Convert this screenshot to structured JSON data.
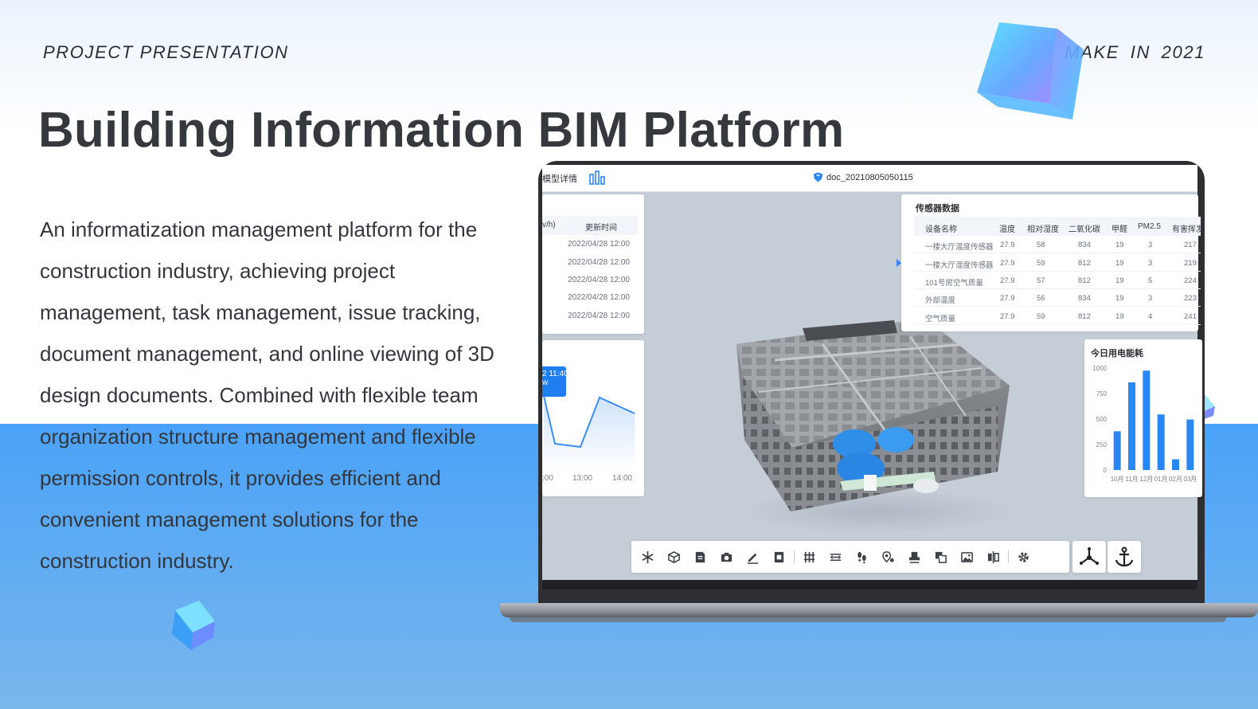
{
  "slide": {
    "eyebrow": "PROJECT PRESENTATION",
    "make": "MAKE  IN  2021",
    "title": "Building Information BIM Platform",
    "description": "An informatization management platform for the construction industry, achieving project management, task management, issue tracking, document management, and online viewing of 3D design documents. Combined with flexible team organization structure management and flexible permission controls, it provides efficient and convenient management solutions for the construction industry."
  },
  "app": {
    "topbar": {
      "left_label": "模型详情",
      "doc_name": "doc_20210805050115"
    },
    "left_table": {
      "col1": "v/h)",
      "col2": "更新时间",
      "rows": [
        "2022/04/28 12:00",
        "2022/04/28 12:00",
        "2022/04/28 12:00",
        "2022/04/28 12:00",
        "2022/04/28 12:00"
      ]
    },
    "line_chart": {
      "tooltip_line1": "2 11:40",
      "tooltip_line2": "w",
      "x_labels": [
        ":00",
        "13:00",
        "14:00"
      ]
    },
    "sensor_table": {
      "title": "传感器数据",
      "headers": [
        "设备名称",
        "温度",
        "相对湿度",
        "二氧化碳",
        "甲醛",
        "PM2.5",
        "有害挥发"
      ],
      "rows": [
        [
          "一楼大厅温度传感器",
          "27.9",
          "58",
          "834",
          "19",
          "3",
          "217"
        ],
        [
          "一楼大厅湿度传感器",
          "27.9",
          "59",
          "812",
          "19",
          "3",
          "219"
        ],
        [
          "101号房空气质量",
          "27.9",
          "57",
          "812",
          "19",
          "5",
          "224"
        ],
        [
          "外部温度",
          "27.9",
          "56",
          "834",
          "19",
          "3",
          "223"
        ],
        [
          "空气质量",
          "27.9",
          "59",
          "812",
          "19",
          "4",
          "241"
        ]
      ]
    },
    "energy_chart": {
      "title": "今日用电能耗"
    }
  },
  "chart_data": {
    "type": "bar",
    "title": "今日用电能耗",
    "categories": [
      "10月",
      "11月",
      "12月",
      "01月",
      "02月",
      "03月"
    ],
    "values": [
      380,
      860,
      975,
      545,
      105,
      495
    ],
    "ylim": [
      0,
      1000
    ],
    "yticks": [
      0,
      250,
      500,
      750,
      1000
    ],
    "bar_color": "#2a86f0"
  },
  "colors": {
    "accent": "#1f7ff0",
    "band": "#4aa2f8"
  }
}
